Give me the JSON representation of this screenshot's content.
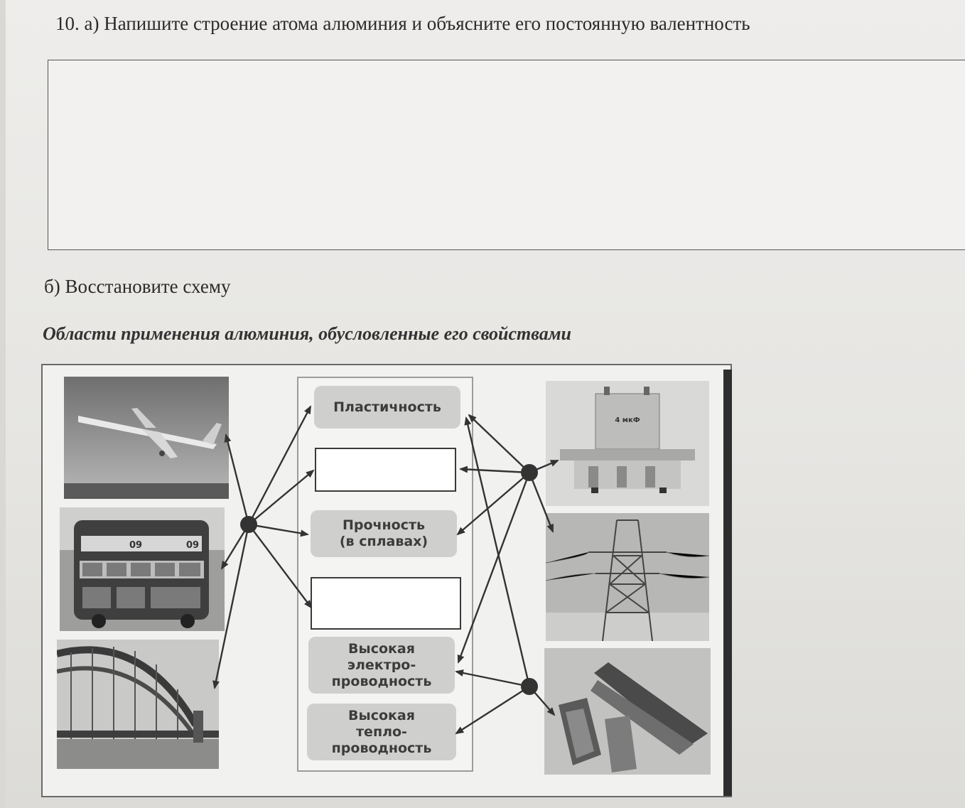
{
  "question": {
    "number": "10.",
    "part_a": "а) Напишите строение атома алюминия и объясните его постоянную валентность",
    "part_b": "б) Восстановите схему"
  },
  "scheme": {
    "title": "Области применения алюминия, обусловленные его свойствами",
    "properties": [
      "Пластичность",
      "",
      "Прочность\n(в сплавах)",
      "",
      "Высокая\nэлектро-\nпроводность",
      "Высокая\nтепло-\nпроводность"
    ],
    "capacitor_label": "4 мкФ",
    "bus_numbers": [
      "09",
      "09"
    ],
    "images_left": [
      "airplane-photo",
      "bus-photo",
      "bridge-photo"
    ],
    "images_right": [
      "capacitor-photo",
      "power-pylon-photo",
      "foil-photo"
    ]
  }
}
